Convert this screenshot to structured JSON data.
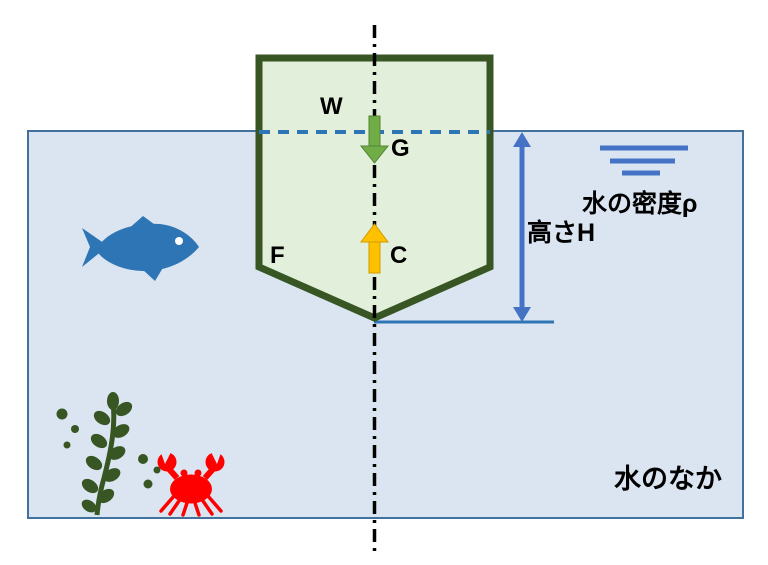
{
  "diagram": {
    "type": "physics-buoyancy-floating-hull-diagram",
    "labels": {
      "weight": "W",
      "gravity_point": "G",
      "buoyant_force": "F",
      "buoyancy_point": "C",
      "water_density": "水の密度ρ",
      "draft_height": "高さH",
      "underwater": "水のなか"
    },
    "colors": {
      "water_fill": "#dbe5f1",
      "water_border": "#41719c",
      "hull_fill": "#e2efda",
      "hull_border": "#375623",
      "gravity_arrow": "#70ad47",
      "gravity_arrow_edge": "#548235",
      "buoyancy_arrow": "#ffc000",
      "buoyancy_arrow_edge": "#d29b00",
      "waterline_dash": "#2e75b6",
      "dimension_blue": "#4472c4",
      "centerline": "#000000",
      "fish": "#2e75b6",
      "seaweed": "#375623",
      "crab": "#ff0000",
      "label_text": "#000000"
    }
  }
}
